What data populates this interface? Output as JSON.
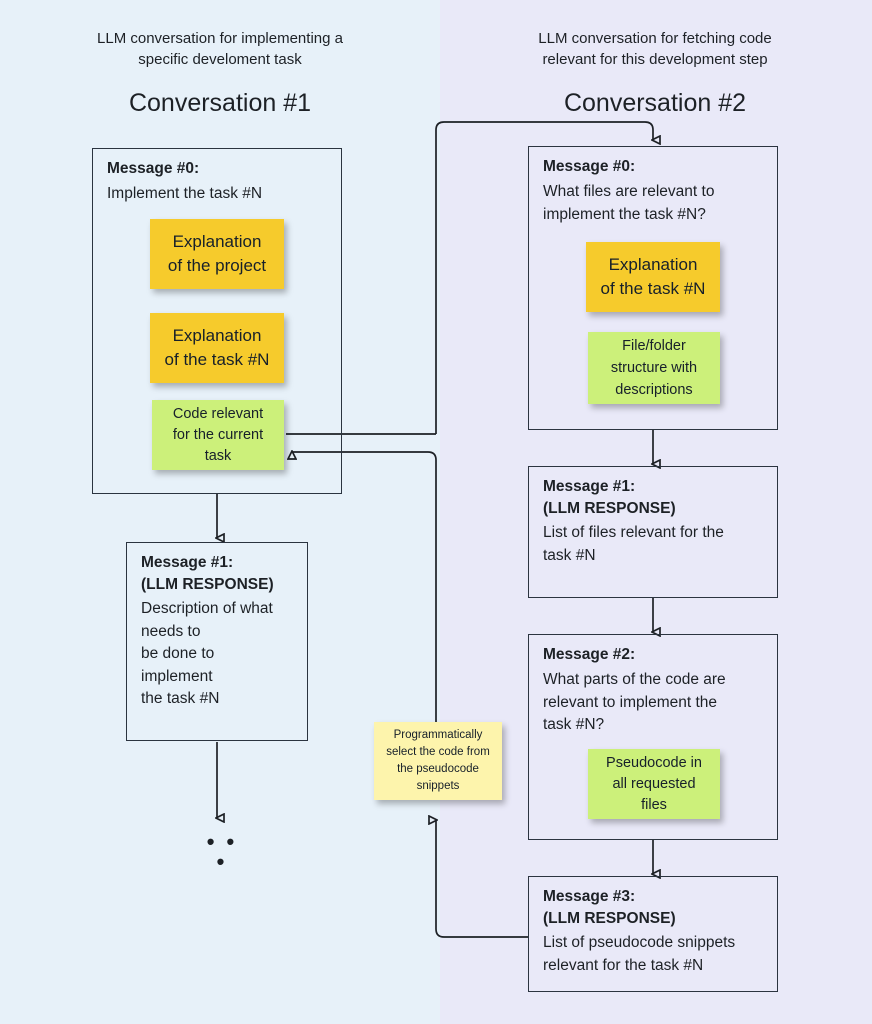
{
  "theme": {
    "left_panel_color": "#e7f1f9",
    "right_panel_color": "#e9e9f8",
    "note_yellow": "#f6cb2c",
    "note_green": "#ccf07a",
    "note_pale_yellow": "#fdf4ac",
    "line_color": "#1d2126"
  },
  "columns": {
    "left": {
      "subtitle": "LLM conversation for implementing a\nspecific develoment task",
      "title": "Conversation #1"
    },
    "right": {
      "subtitle": "LLM conversation for fetching code\nrelevant for this development step",
      "title": "Conversation #2"
    }
  },
  "left_messages": [
    {
      "title": "Message #0:",
      "body": "Implement the task #N",
      "notes": [
        {
          "text": "Explanation\nof the project",
          "color": "yellow"
        },
        {
          "text": "Explanation\nof the task #N",
          "color": "yellow"
        },
        {
          "text": "Code relevant\nfor the current\ntask",
          "color": "green"
        }
      ]
    },
    {
      "title": "Message #1:\n(LLM RESPONSE)",
      "body": "Description of what\nneeds to\nbe done to\nimplement\nthe task #N",
      "notes": []
    }
  ],
  "left_continuation": "• • •",
  "middle_note": {
    "text": "Programmatically\nselect the code from\nthe pseudocode\nsnippets",
    "color": "pale-yellow"
  },
  "right_messages": [
    {
      "title": "Message #0:",
      "body": "What files are relevant to\nimplement the task #N?",
      "notes": [
        {
          "text": "Explanation\nof the task #N",
          "color": "yellow"
        },
        {
          "text": "File/folder\nstructure with\ndescriptions",
          "color": "green"
        }
      ]
    },
    {
      "title": "Message #1:\n(LLM RESPONSE)",
      "body": "List of files relevant for the\ntask #N",
      "notes": []
    },
    {
      "title": "Message #2:",
      "body": "What parts of the code are\nrelevant to implement the\ntask #N?",
      "notes": [
        {
          "text": "Pseudocode in\nall requested\nfiles",
          "color": "green"
        }
      ]
    },
    {
      "title": "Message #3:\n(LLM RESPONSE)",
      "body": "List of pseudocode snippets\nrelevant for the task #N",
      "notes": []
    }
  ]
}
